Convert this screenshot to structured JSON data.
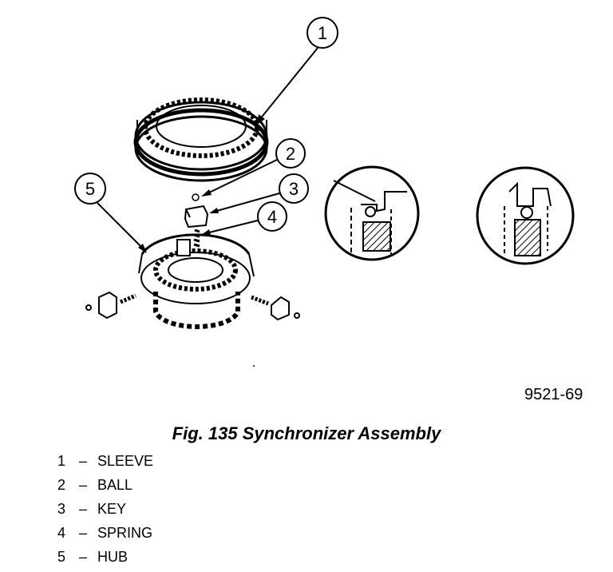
{
  "figure_id": "9521-69",
  "caption": "Fig. 135 Synchronizer Assembly",
  "callouts": [
    {
      "number": "1",
      "label": "SLEEVE"
    },
    {
      "number": "2",
      "label": "BALL"
    },
    {
      "number": "3",
      "label": "KEY"
    },
    {
      "number": "4",
      "label": "SPRING"
    },
    {
      "number": "5",
      "label": "HUB"
    }
  ],
  "legend_separator": "–"
}
